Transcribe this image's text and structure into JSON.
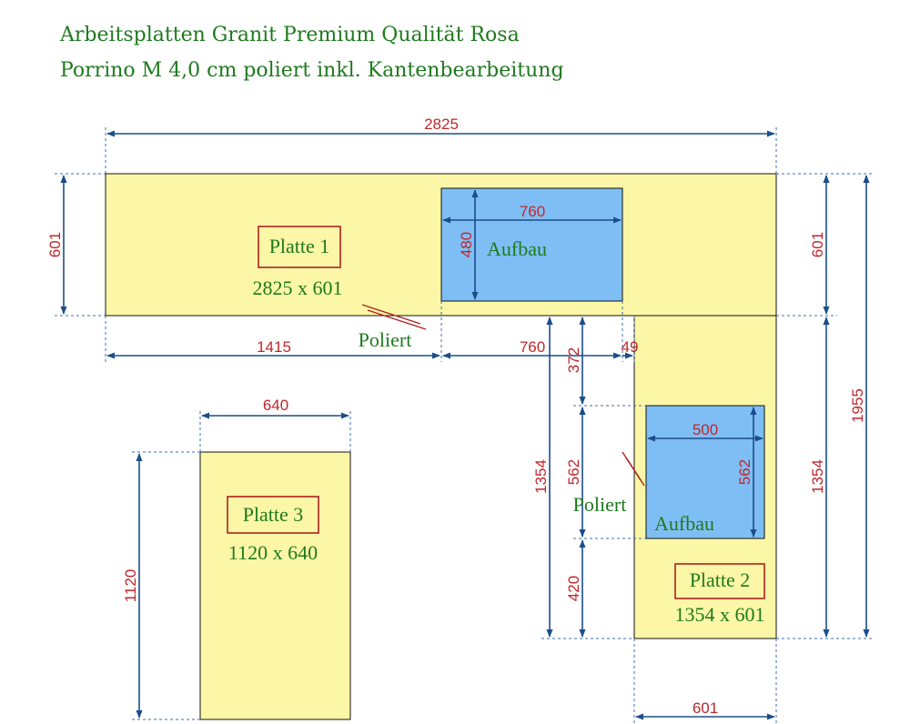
{
  "title": {
    "line1": "Arbeitsplatten Granit Premium Qualität Rosa",
    "line2": "Porrino M 4,0 cm poliert inkl. Kantenbearbeitung"
  },
  "plates": [
    {
      "name": "Platte 1",
      "size": "2825 x 601"
    },
    {
      "name": "Platte  2",
      "size": "1354 x 601"
    },
    {
      "name": "Platte  3",
      "size": "1120 x 640"
    }
  ],
  "cutouts": [
    {
      "label": "Aufbau"
    },
    {
      "label": "Aufbau"
    }
  ],
  "edge_labels": [
    "Poliert",
    "Poliert"
  ],
  "dimensions": {
    "top_total": "2825",
    "plate1_height_left": "601",
    "plate1_height_right": "601",
    "cutout1_width": "760",
    "cutout1_height": "480",
    "bottom_1415": "1415",
    "bottom_760": "760",
    "gap_49": "49",
    "v_372": "372",
    "v_562_left": "562",
    "v_420": "420",
    "v_1354_left": "1354",
    "cutout2_width": "500",
    "cutout2_height": "562",
    "plate2_height_right": "1354",
    "total_height": "1955",
    "plate2_width": "601",
    "plate3_width": "640",
    "plate3_height": "1120"
  },
  "colors": {
    "panel": "#fbf7a6",
    "cutout": "#7fbef5",
    "dimension_text": "#c0262b",
    "label_text": "#1e7a1e"
  }
}
